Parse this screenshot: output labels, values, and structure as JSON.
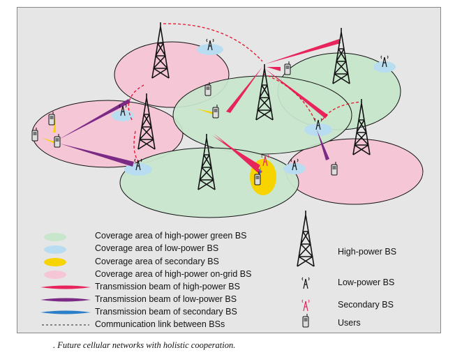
{
  "legend": [
    {
      "key": "high-power-green-coverage",
      "label": "Coverage area of high-power green BS",
      "color": "#c8e6cc"
    },
    {
      "key": "low-power-coverage",
      "label": "Coverage area of low-power BS",
      "color": "#b9ddf0"
    },
    {
      "key": "secondary-coverage",
      "label": "Coverage area of secondary BS",
      "color": "#f7d400"
    },
    {
      "key": "on-grid-coverage",
      "label": "Coverage area of high-power on-grid BS",
      "color": "#f4c6d6"
    },
    {
      "key": "high-power-beam",
      "label": "Transmission beam of high-power BS",
      "color": "#e8245c"
    },
    {
      "key": "low-power-beam",
      "label": "Transmission beam of low-power BS",
      "color": "#7b2a86"
    },
    {
      "key": "secondary-beam",
      "label": "Transmission beam of secondary BS",
      "color": "#2a7fc8"
    },
    {
      "key": "communication-link",
      "label": "Communication link between BSs",
      "color": "#222222"
    }
  ],
  "node_types": [
    {
      "key": "high-power-bs",
      "label": "High-power BS"
    },
    {
      "key": "low-power-bs",
      "label": "Low-power BS"
    },
    {
      "key": "secondary-bs",
      "label": "Secondary BS",
      "color": "#e8245c"
    },
    {
      "key": "users",
      "label": "Users"
    }
  ],
  "caption": ". Future cellular networks with holistic cooperation.",
  "colors": {
    "frame_bg": "#e6e6e6",
    "link": "#e8102a",
    "tower": "#111111"
  }
}
